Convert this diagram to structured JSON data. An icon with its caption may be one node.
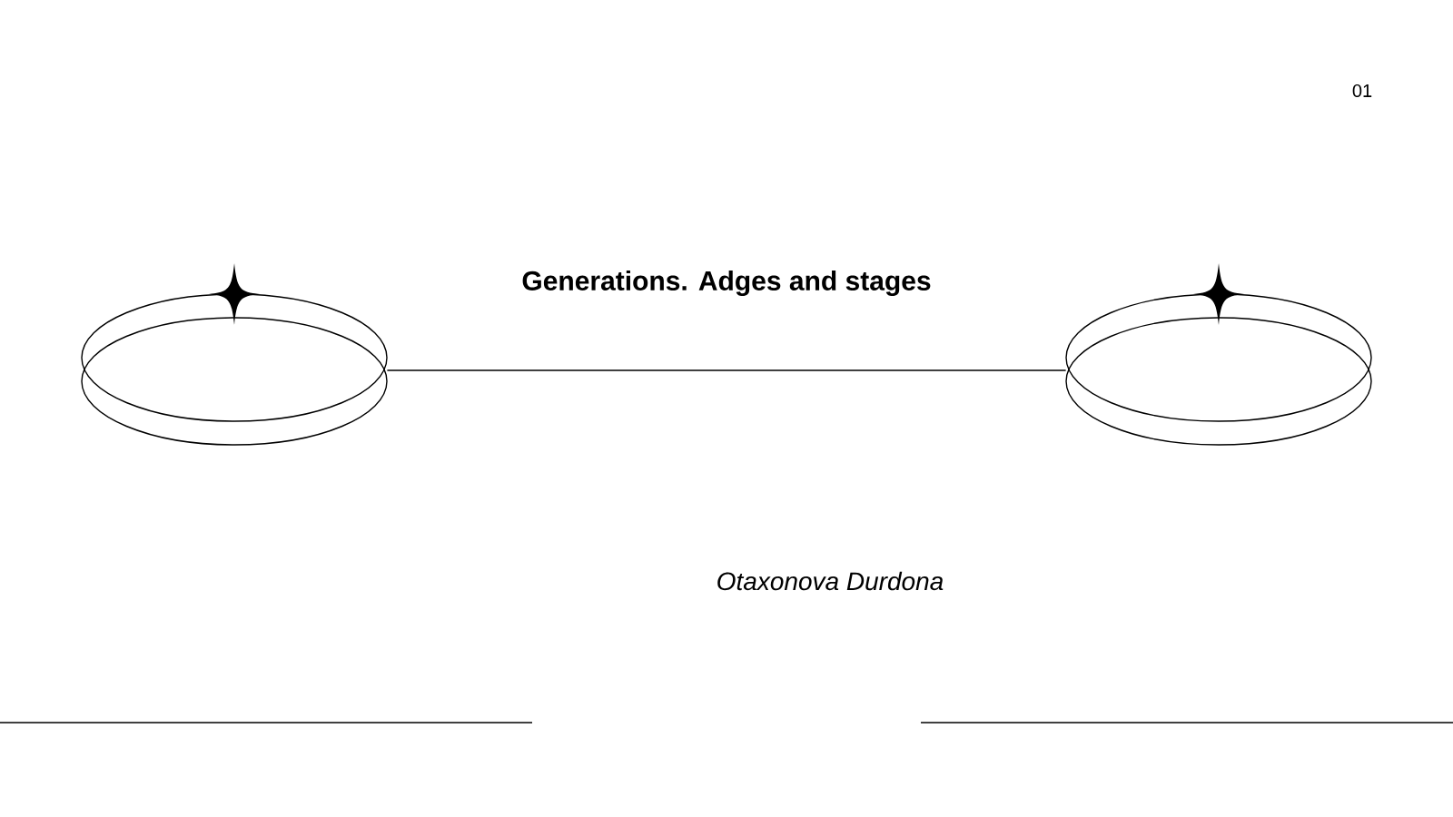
{
  "diagram": {
    "title": "Generations. Adges and stages",
    "nodes": [
      {
        "text": [],
        "shape": "ring"
      },
      {
        "text": [],
        "shape": "ring"
      }
    ],
    "edges": [
      {
        "from": 0,
        "to": 1,
        "arrow": "none"
      }
    ],
    "labels": [
      "01",
      "Otaxonova Durdona"
    ]
  }
}
